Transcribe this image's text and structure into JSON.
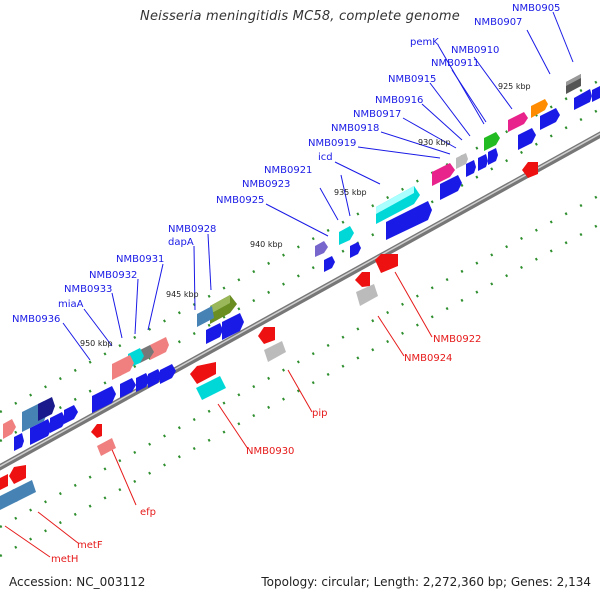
{
  "header": {
    "title": "Neisseria meningitidis MC58, complete genome"
  },
  "footer": {
    "accession": "Accession: NC_003112",
    "summary": "Topology: circular; Length: 2,272,360 bp; Genes: 2,134"
  },
  "ticks": [
    {
      "label": "925 kbp"
    },
    {
      "label": "930 kbp"
    },
    {
      "label": "935 kbp"
    },
    {
      "label": "940 kbp"
    },
    {
      "label": "945 kbp"
    },
    {
      "label": "950 kbp"
    }
  ],
  "forward_labels": [
    "NMB0905",
    "NMB0907",
    "NMB0910",
    "pemK",
    "NMB0911",
    "NMB0915",
    "NMB0916",
    "NMB0917",
    "NMB0918",
    "NMB0919",
    "icd",
    "NMB0921",
    "NMB0923",
    "NMB0925",
    "NMB0928",
    "dapA",
    "NMB0931",
    "NMB0932",
    "NMB0933",
    "miaA",
    "NMB0936"
  ],
  "reverse_labels": [
    "NMB0922",
    "NMB0924",
    "pip",
    "NMB0930",
    "efp",
    "metF",
    "metH"
  ],
  "colors": {
    "forward_text": "#1a1ae6",
    "reverse_text": "#e61a1a",
    "backbone": "#808080",
    "forward_gene": "#1a1ae6",
    "reverse_gene": "#ee1111",
    "gc_tick": "#2f8f2f"
  }
}
